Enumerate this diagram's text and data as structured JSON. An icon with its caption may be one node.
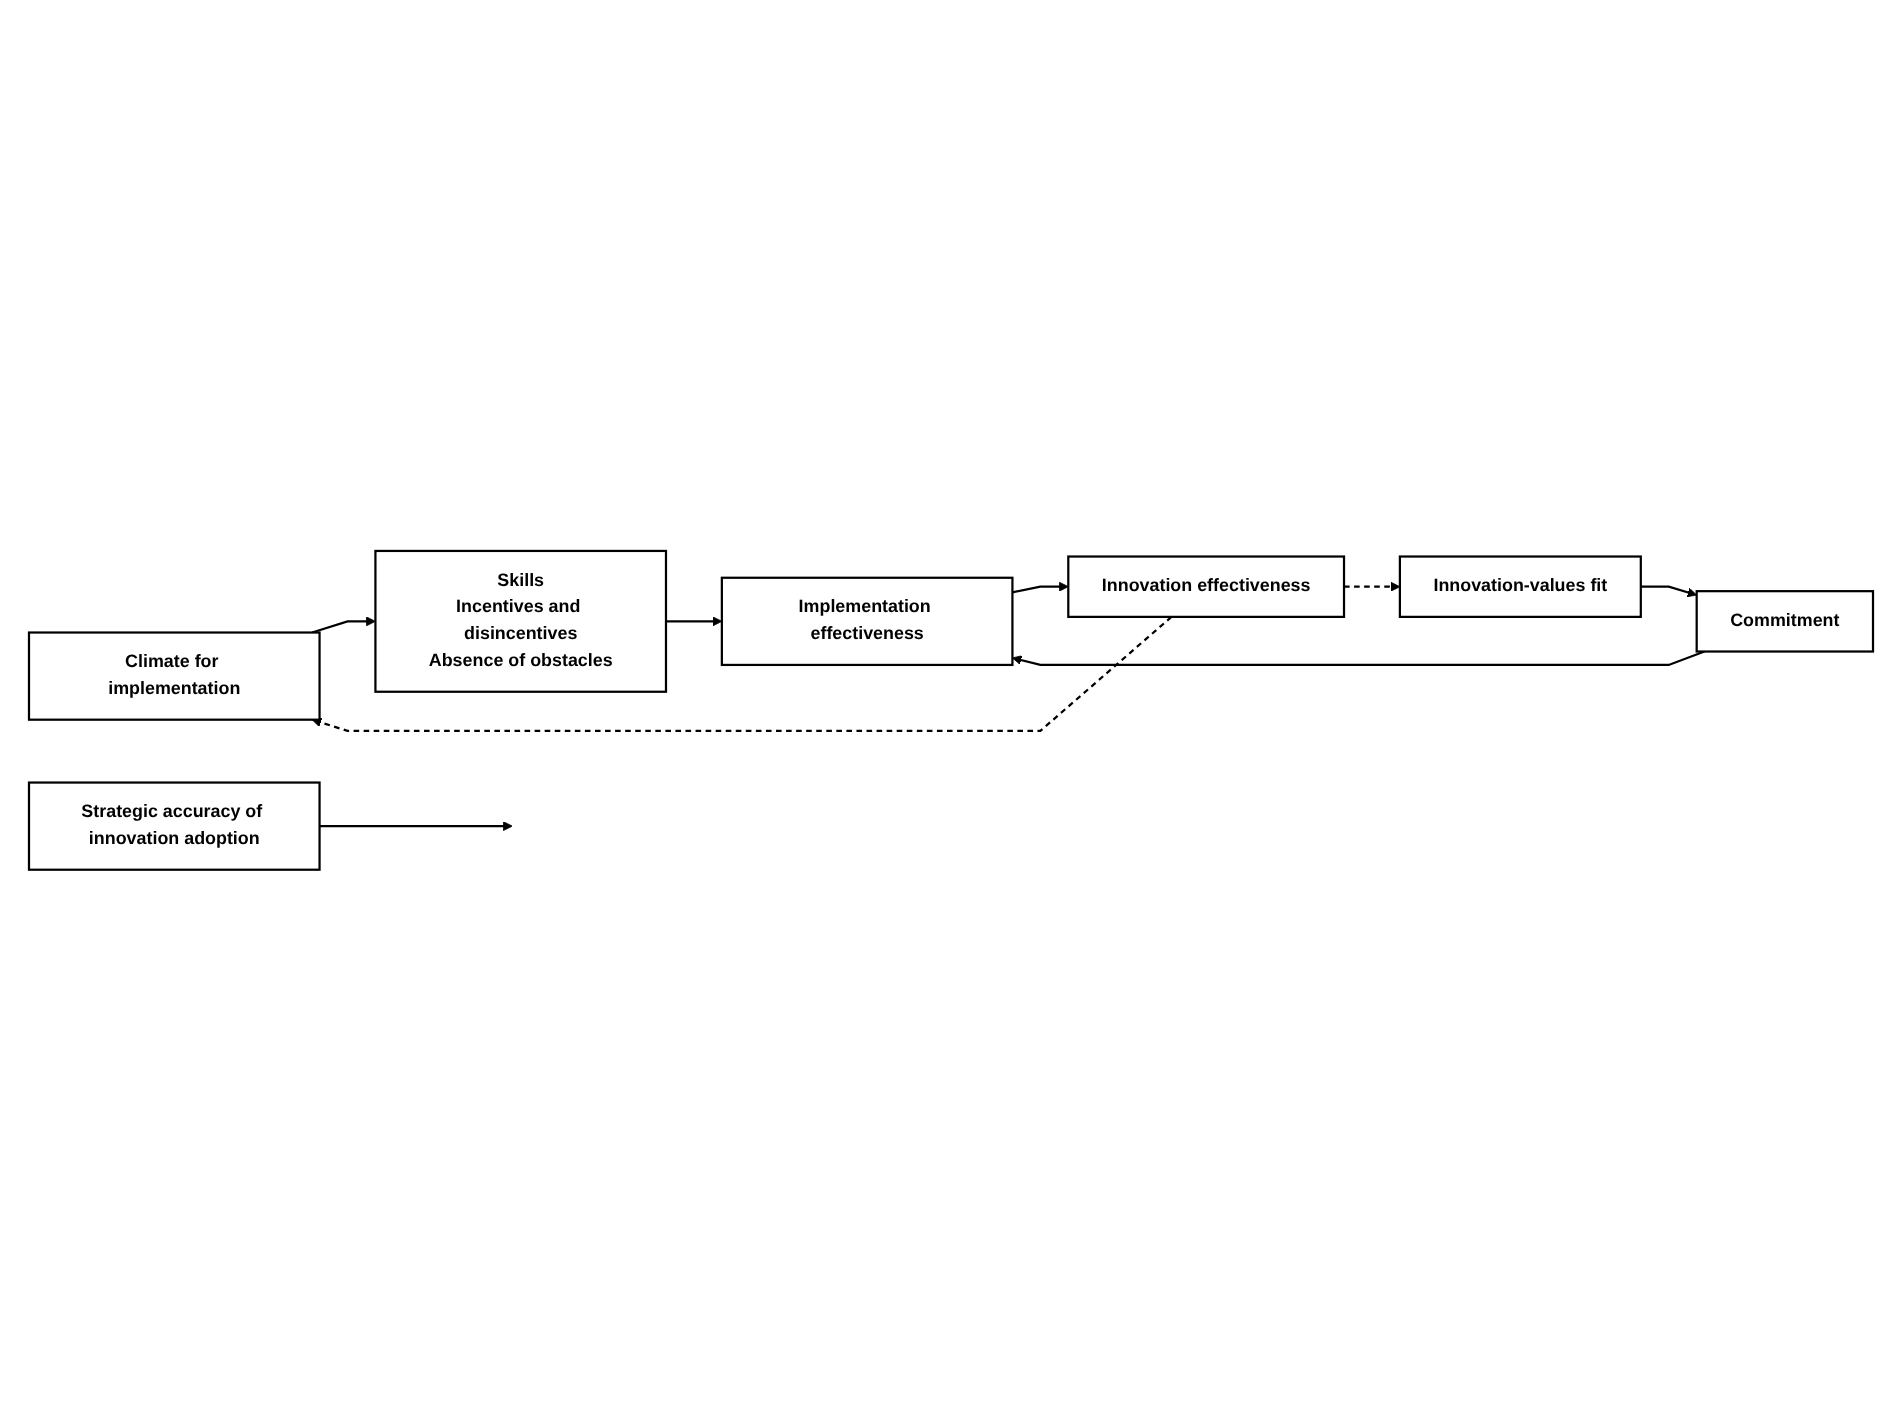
{
  "diagram": {
    "nodes": [
      {
        "text": [
          "Climate for implementation"
        ]
      },
      {
        "text": [
          "Skills",
          "Incentives and disincentives",
          "Absence of obstacles"
        ]
      },
      {
        "text": [
          "Innovation-values fit"
        ]
      },
      {
        "text": [
          "Commitment"
        ]
      },
      {
        "text": [
          "Implementation effectiveness"
        ]
      },
      {
        "text": [
          "Innovation effectiveness"
        ]
      },
      {
        "text": [
          "Strategic accuracy of innovation adoption"
        ]
      }
    ],
    "edges": [
      {
        "from": 0,
        "to": 1,
        "arrow": "to"
      },
      {
        "from": 2,
        "to": 3,
        "arrow": "to"
      },
      {
        "from": 1,
        "to": 4,
        "arrow": "to"
      },
      {
        "from": 3,
        "to": 4,
        "arrow": "to"
      },
      {
        "from": 4,
        "to": 5,
        "arrow": "to"
      },
      {
        "from": 6,
        "to": null,
        "arrow": "to"
      },
      {
        "from": 5,
        "to": 0,
        "arrow": "to",
        "style": "dashed"
      },
      {
        "from": 5,
        "to": 2,
        "arrow": "to",
        "style": "dashed"
      }
    ]
  }
}
